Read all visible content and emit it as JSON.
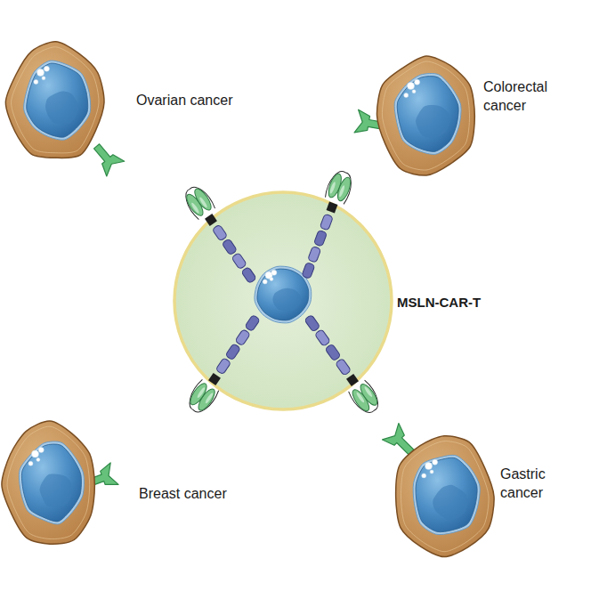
{
  "diagram": {
    "nodes": [
      {
        "text": [
          "Ovarian cancer"
        ]
      },
      {
        "text": [
          "Colorectal cancer"
        ]
      },
      {
        "text": [
          "MSLN-CAR-T"
        ]
      },
      {
        "text": [
          "Breast cancer"
        ]
      },
      {
        "text": [
          "Gastric cancer"
        ]
      }
    ]
  }
}
